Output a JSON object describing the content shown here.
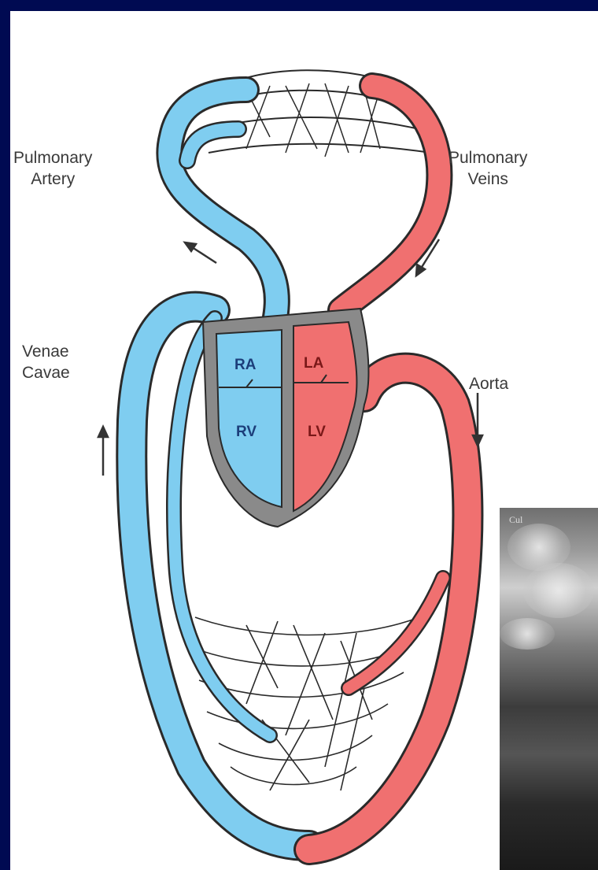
{
  "labels": {
    "pulmonary_artery": [
      "Pulmonary",
      "Artery"
    ],
    "pulmonary_veins": [
      "Pulmonary",
      "Veins"
    ],
    "venae_cavae": [
      "Venae",
      "Cavae"
    ],
    "aorta": "Aorta",
    "chambers": {
      "ra": "RA",
      "la": "LA",
      "rv": "RV",
      "lv": "LV"
    }
  },
  "photo_caption": "Cul",
  "colors": {
    "background": "#000a52",
    "deoxygenated": "#7fcdf0",
    "oxygenated": "#f07070",
    "heart_wall": "#8a8a8a",
    "outline": "#2a2a2a",
    "chamber_text_left": "#1c3e7a",
    "chamber_text_right": "#7a1818"
  }
}
